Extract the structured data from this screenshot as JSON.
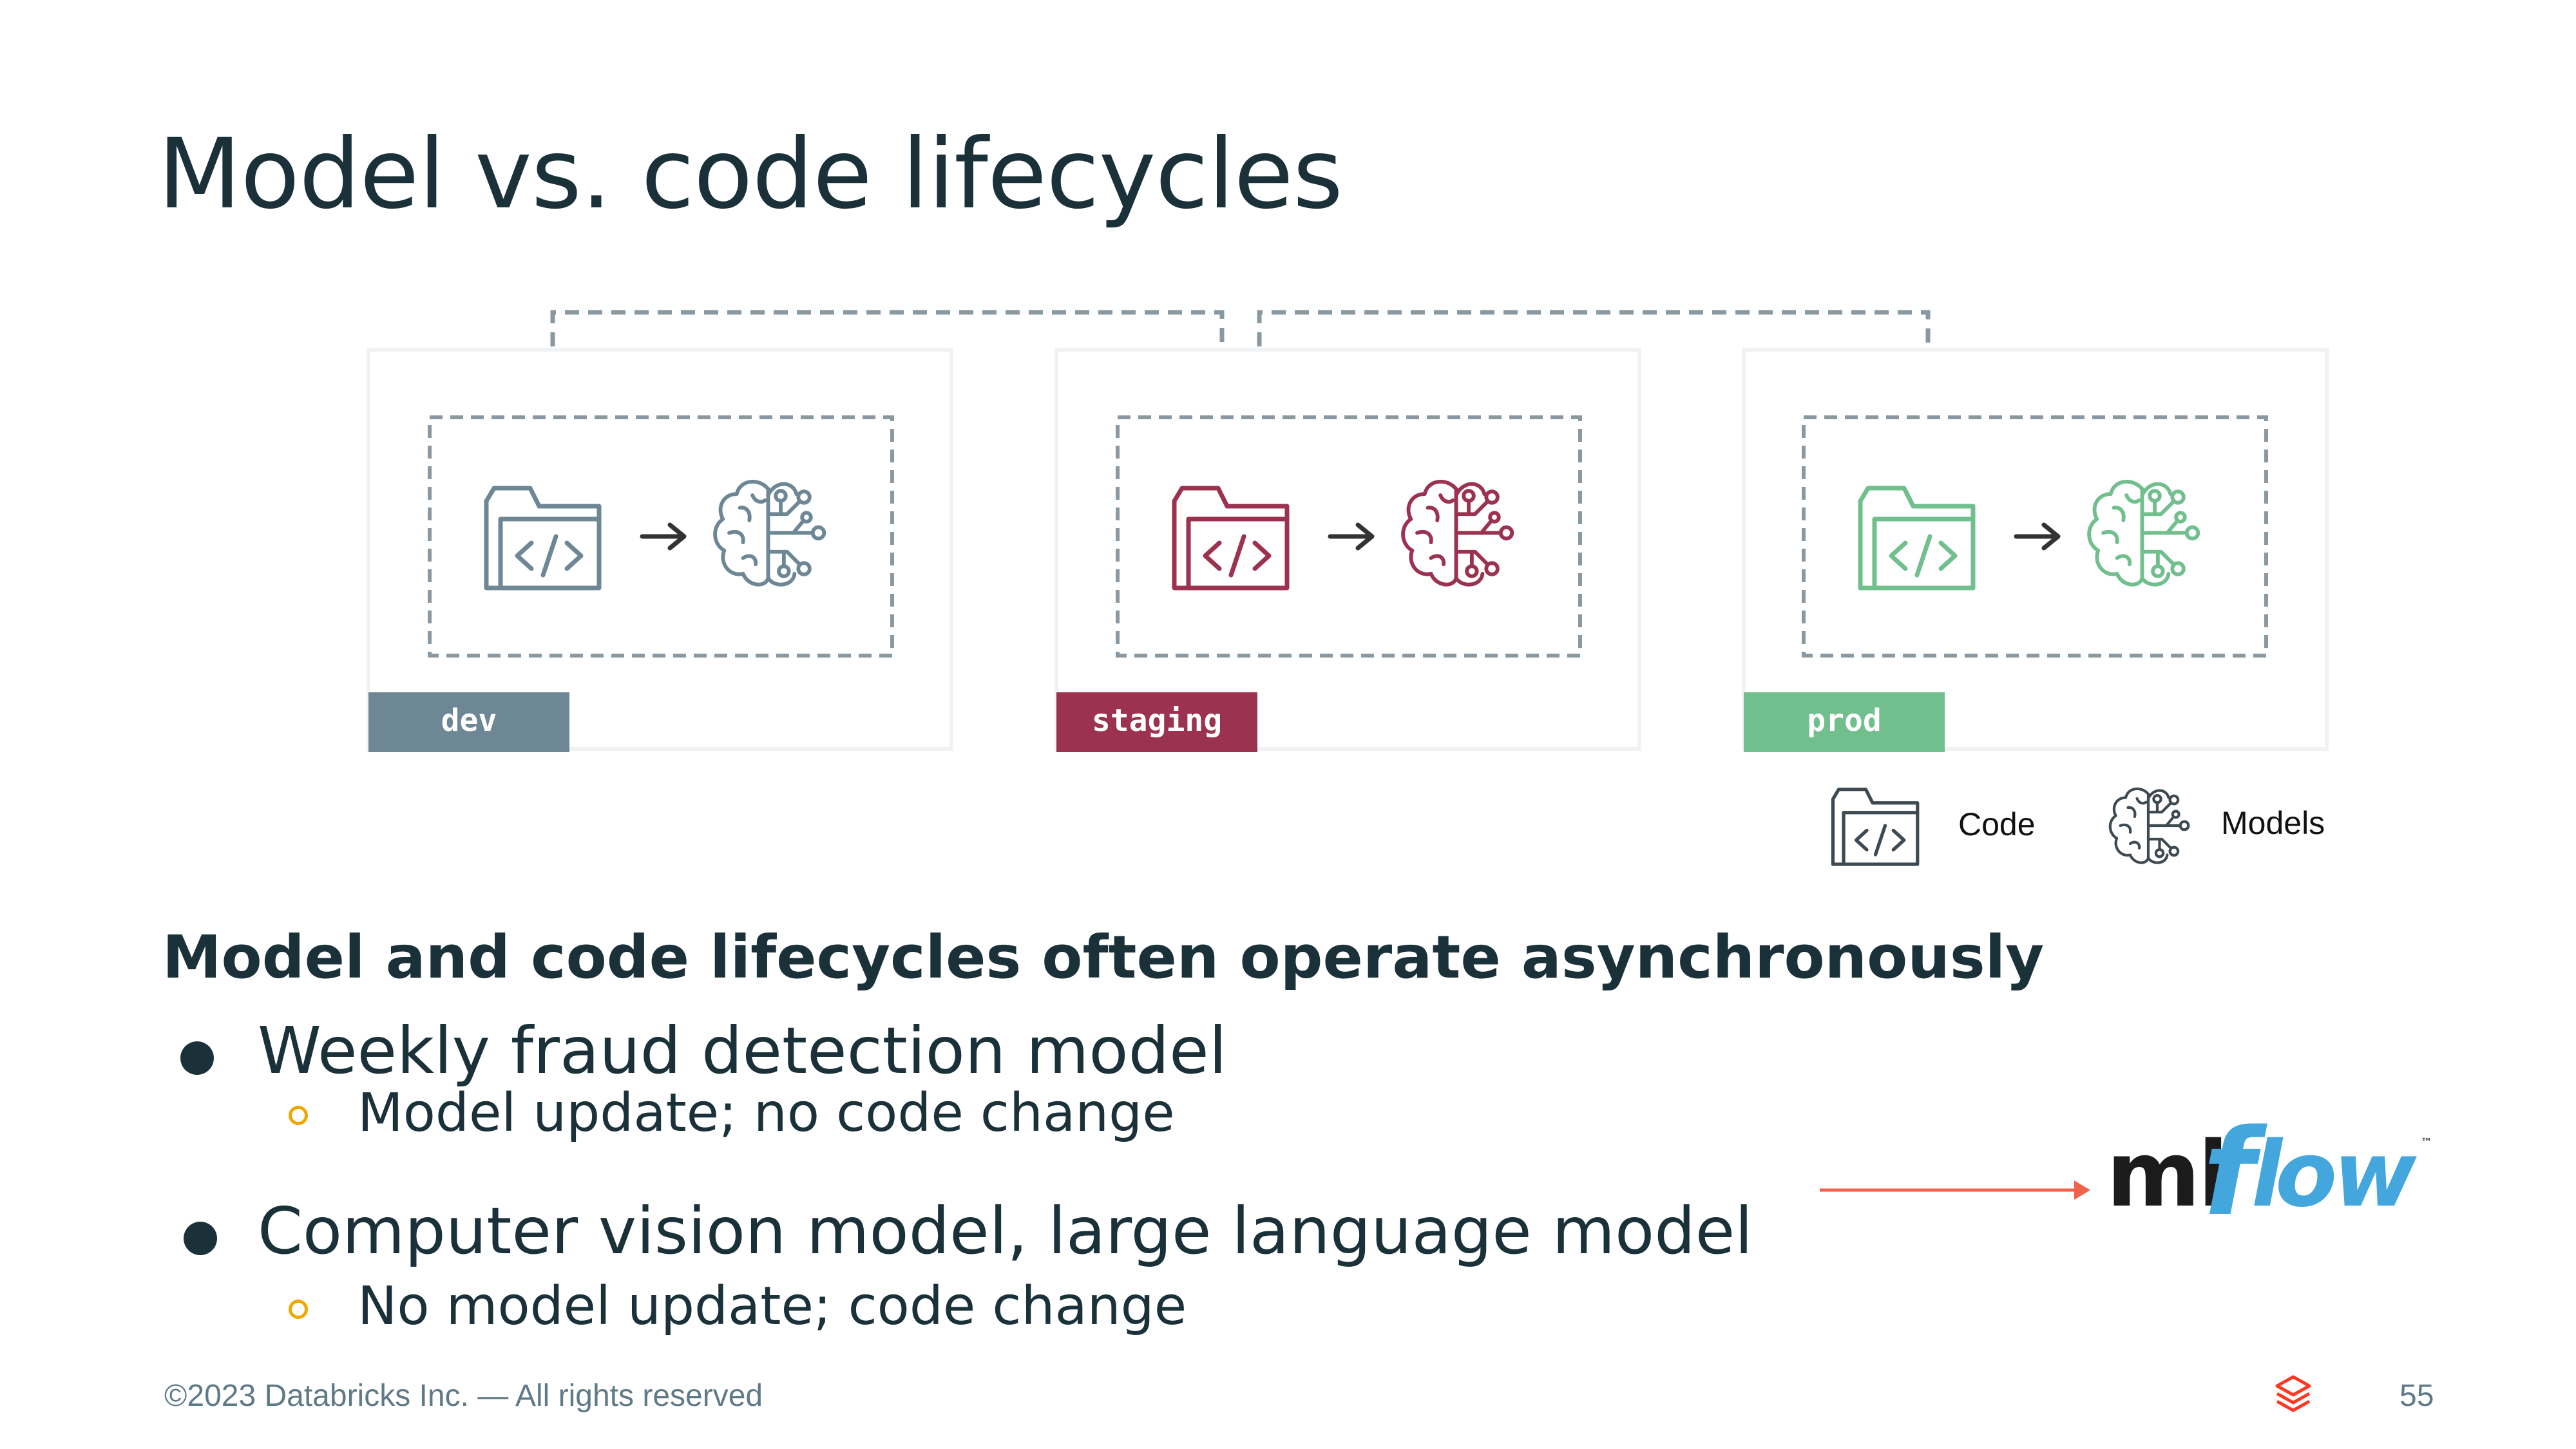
{
  "slide": {
    "title": "Model vs. code lifecycles",
    "subtitle": "Model and code lifecycles often operate asynchronously",
    "bullets": [
      {
        "text": "Weekly fraud detection model",
        "sub": "Model update; no code change"
      },
      {
        "text": "Computer vision model, large language model",
        "sub": "No model update; code change"
      }
    ],
    "footer": "©2023 Databricks Inc. — All rights reserved",
    "page_number": "55"
  },
  "diagram": {
    "environments": [
      {
        "label": "dev",
        "color": "#6e8795"
      },
      {
        "label": "staging",
        "color": "#9b3250"
      },
      {
        "label": "prod",
        "color": "#72bf8e"
      }
    ],
    "legend": {
      "code": "Code",
      "models": "Models"
    }
  },
  "colors": {
    "text": "#1b3139",
    "dash": "#8a99a1",
    "arrow_accent": "#f0634a",
    "bullet_ring": "#f0a800",
    "mlflow_blue": "#43a6dd",
    "databricks_red": "#ff3621"
  },
  "icons": [
    "code-folder-icon",
    "brain-circuit-icon",
    "mlflow-logo",
    "databricks-logo-icon"
  ]
}
